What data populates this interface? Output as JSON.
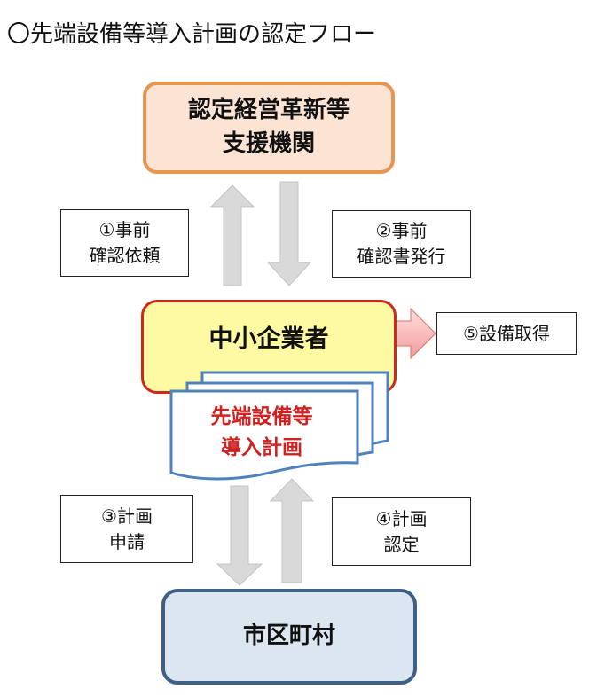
{
  "title": "〇先端設備等導入計画の認定フロー",
  "nodes": {
    "support_org": {
      "line1": "認定経営革新等",
      "line2": "支援機関",
      "fill": "#fbe4d3",
      "border": "#e8954f"
    },
    "sme": {
      "label": "中小企業者",
      "fill": "#fefaa4",
      "border": "#c92a1c"
    },
    "plan_document": {
      "line1": "先端設備等",
      "line2": "導入計画",
      "text_color": "#d21f1f",
      "border": "#4f81bd"
    },
    "municipality": {
      "label": "市区町村",
      "fill": "#dce6f1",
      "border": "#3f5f86"
    }
  },
  "steps": [
    {
      "line1": "①事前",
      "line2": "確認依頼",
      "direction": "up"
    },
    {
      "line1": "②事前",
      "line2": "確認書発行",
      "direction": "down"
    },
    {
      "line1": "③計画",
      "line2": "申請",
      "direction": "down"
    },
    {
      "line1": "④計画",
      "line2": "認定",
      "direction": "up"
    },
    {
      "line1": "⑤設備取得",
      "direction": "right"
    }
  ],
  "colors": {
    "arrow_gray": "#d9d9d9",
    "arrow_gray_border": "#bfbfbf",
    "arrow_pink": "#f8a9a9",
    "arrow_pink_border": "#d9706b"
  }
}
